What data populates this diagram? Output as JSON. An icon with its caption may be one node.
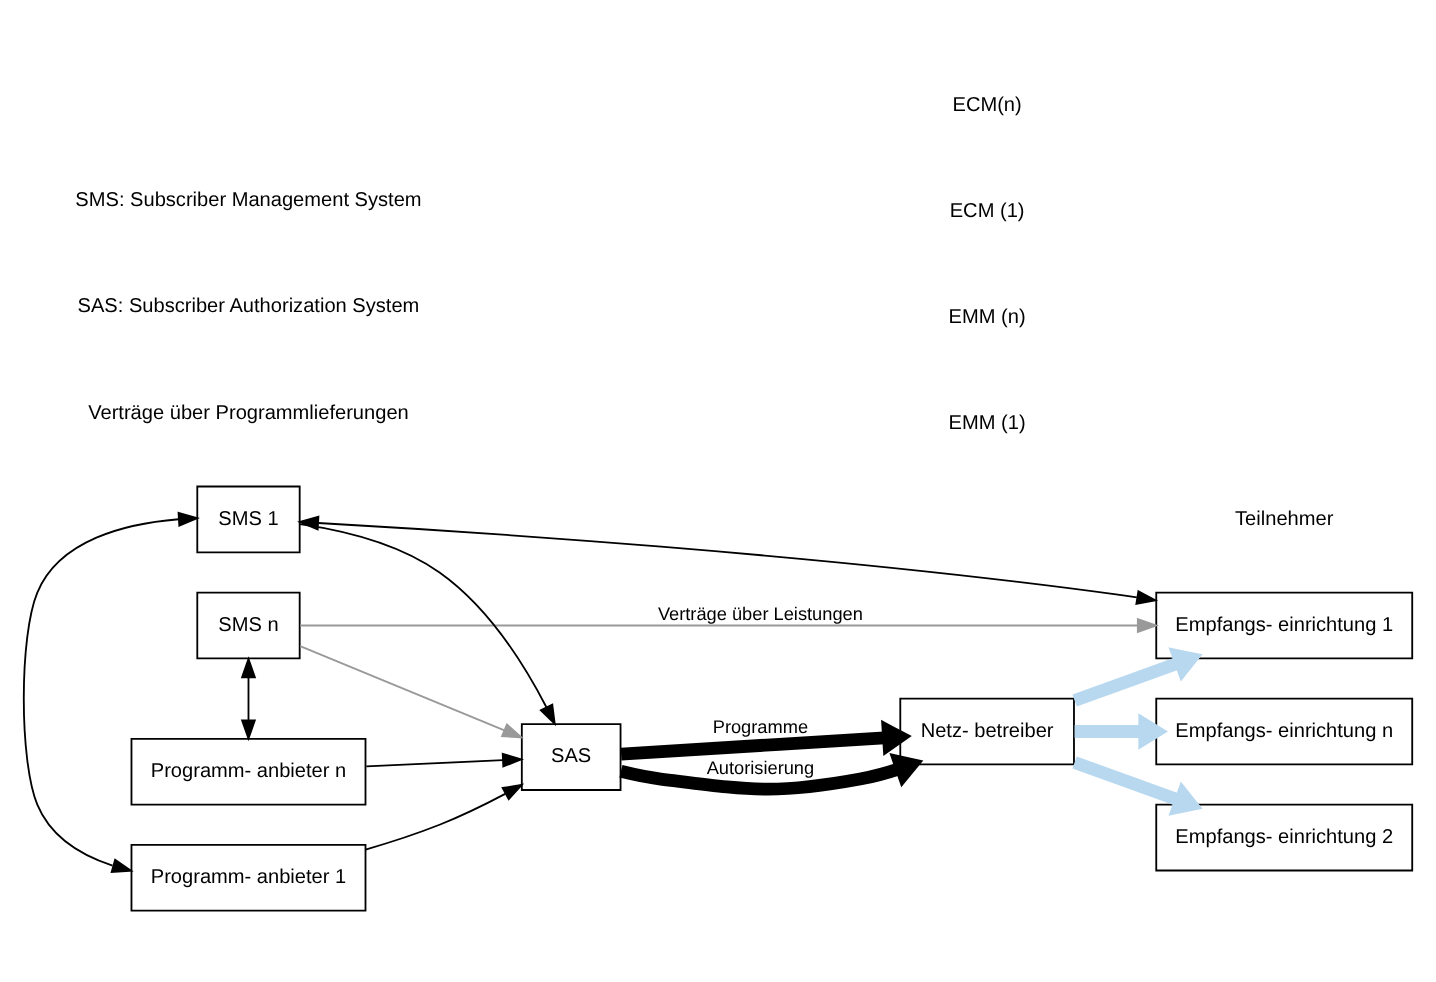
{
  "diagram": {
    "nodes": [
      {
        "text": [
          "Programm- anbieter n"
        ]
      },
      {
        "text": [
          "Programm- anbieter 1"
        ]
      },
      {
        "text": [
          "SAS"
        ]
      },
      {
        "text": [
          "SMS n"
        ]
      },
      {
        "text": [
          "SMS 1"
        ]
      },
      {
        "text": [
          "Netz- betreiber"
        ]
      },
      {
        "text": [
          "Empfangs- einrichtung n"
        ]
      },
      {
        "text": [
          "Empfangs- einrichtung 2"
        ]
      },
      {
        "text": [
          "Empfangs- einrichtung 1"
        ]
      }
    ],
    "edges": [
      {
        "from": 0,
        "to": 2,
        "arrow": "to"
      },
      {
        "from": 1,
        "to": 2,
        "arrow": "to"
      },
      {
        "from": 3,
        "to": 2,
        "arrow": "to",
        "color": "#999999"
      },
      {
        "from": 4,
        "to": 2,
        "arrow": "to"
      },
      {
        "from": 3,
        "to": 0,
        "arrow": "both"
      },
      {
        "from": 4,
        "to": 1,
        "arrow": "both"
      },
      {
        "from": 2,
        "to": 5,
        "label": "Programme",
        "arrow": "to",
        "style": "thick"
      },
      {
        "from": 2,
        "to": 5,
        "label": "Autorisierung",
        "arrow": "to",
        "style": "thick"
      },
      {
        "from": 5,
        "to": 6,
        "arrow": "to",
        "style": "thick",
        "color": "#b8d8f0"
      },
      {
        "from": 5,
        "to": 7,
        "arrow": "to",
        "style": "thick",
        "color": "#b8d8f0"
      },
      {
        "from": 5,
        "to": 8,
        "arrow": "to",
        "style": "thick",
        "color": "#b8d8f0"
      },
      {
        "from": 3,
        "to": 8,
        "label": "Verträge über Leistungen",
        "arrow": "to",
        "color": "#999999"
      },
      {
        "from": 8,
        "to": 4,
        "arrow": "both"
      }
    ],
    "labels": [
      "Teilnehmer",
      "EMM (1)",
      "EMM (n)",
      "ECM (1)",
      "ECM(n)",
      "Verträge über Programmlieferungen",
      "SAS: Subscriber Authorization System",
      "SMS: Subscriber Management System"
    ]
  }
}
